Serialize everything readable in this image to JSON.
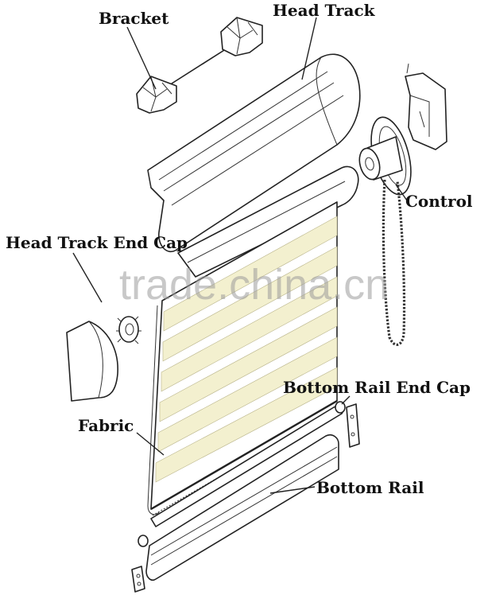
{
  "labels": {
    "bracket": "Bracket",
    "head_track": "Head Track",
    "control": "Control",
    "head_track_end_cap": "Head Track End Cap",
    "bottom_rail_end_cap": "Bottom Rail End Cap",
    "fabric": "Fabric",
    "bottom_rail": "Bottom Rail"
  },
  "watermark": "trade.china.cn",
  "colors": {
    "fabric_stripe": "#f3f0cf",
    "line": "#222222",
    "watermark": "#9a9a9a"
  }
}
